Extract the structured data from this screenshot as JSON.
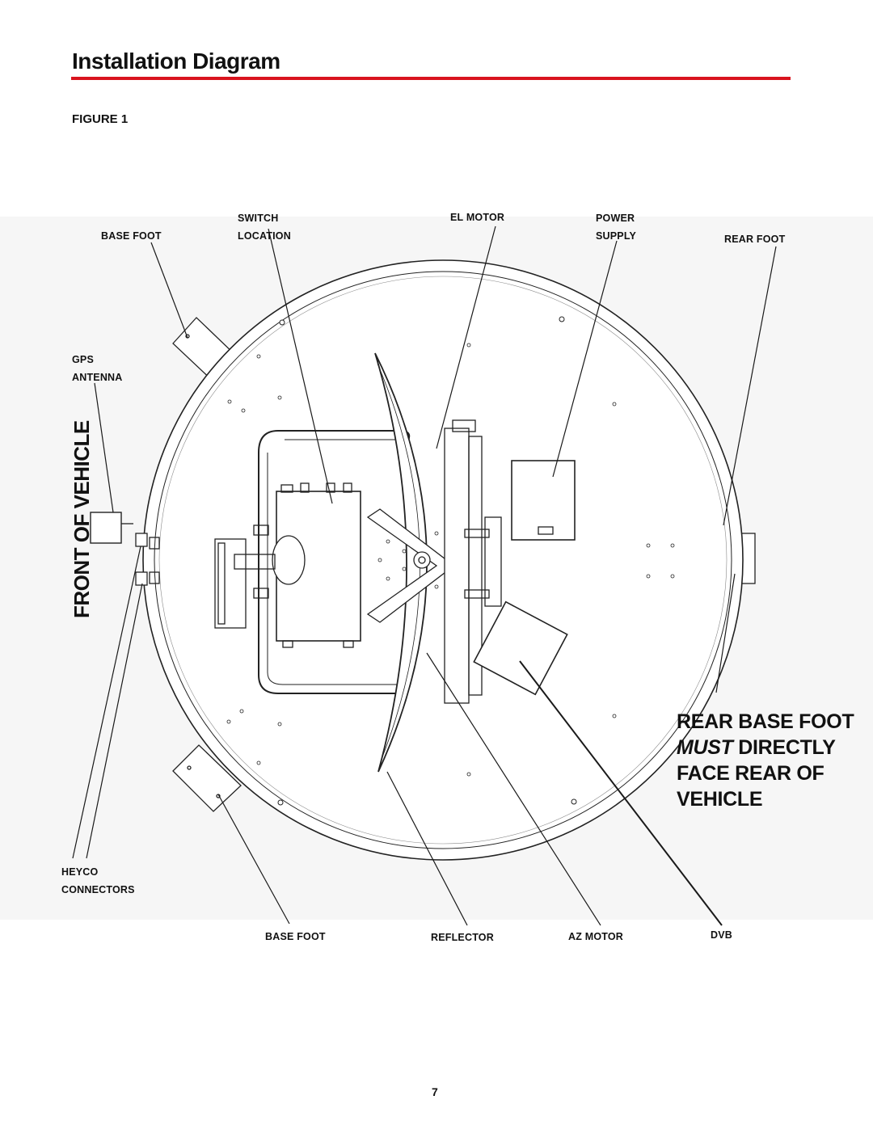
{
  "header": {
    "title": "Installation Diagram",
    "figure_label": "FIGURE 1"
  },
  "labels": {
    "base_foot_top": "BASE FOOT",
    "switch_line1": "SWITCH",
    "switch_line2": "LOCATION",
    "el_motor": "EL MOTOR",
    "power_line1": "POWER",
    "power_line2": "SUPPLY",
    "rear_foot": "REAR FOOT",
    "gps_line1": "GPS",
    "gps_line2": "ANTENNA",
    "heyco_line1": "HEYCO",
    "heyco_line2": "CONNECTORS",
    "base_foot_bottom": "BASE FOOT",
    "reflector": "REFLECTOR",
    "az_motor": "AZ  MOTOR",
    "dvb": "DVB"
  },
  "front_of_vehicle": "FRONT OF VEHICLE",
  "rear_note": {
    "line1": "REAR BASE FOOT",
    "line2_em": "MUST",
    "line2_rest": " DIRECTLY",
    "line3": "FACE REAR OF",
    "line4": "VEHICLE"
  },
  "footer": {
    "page_number": "7"
  },
  "colors": {
    "accent_rule": "#d9141e",
    "line": "#222222",
    "diagram_bg": "#f6f6f6"
  }
}
